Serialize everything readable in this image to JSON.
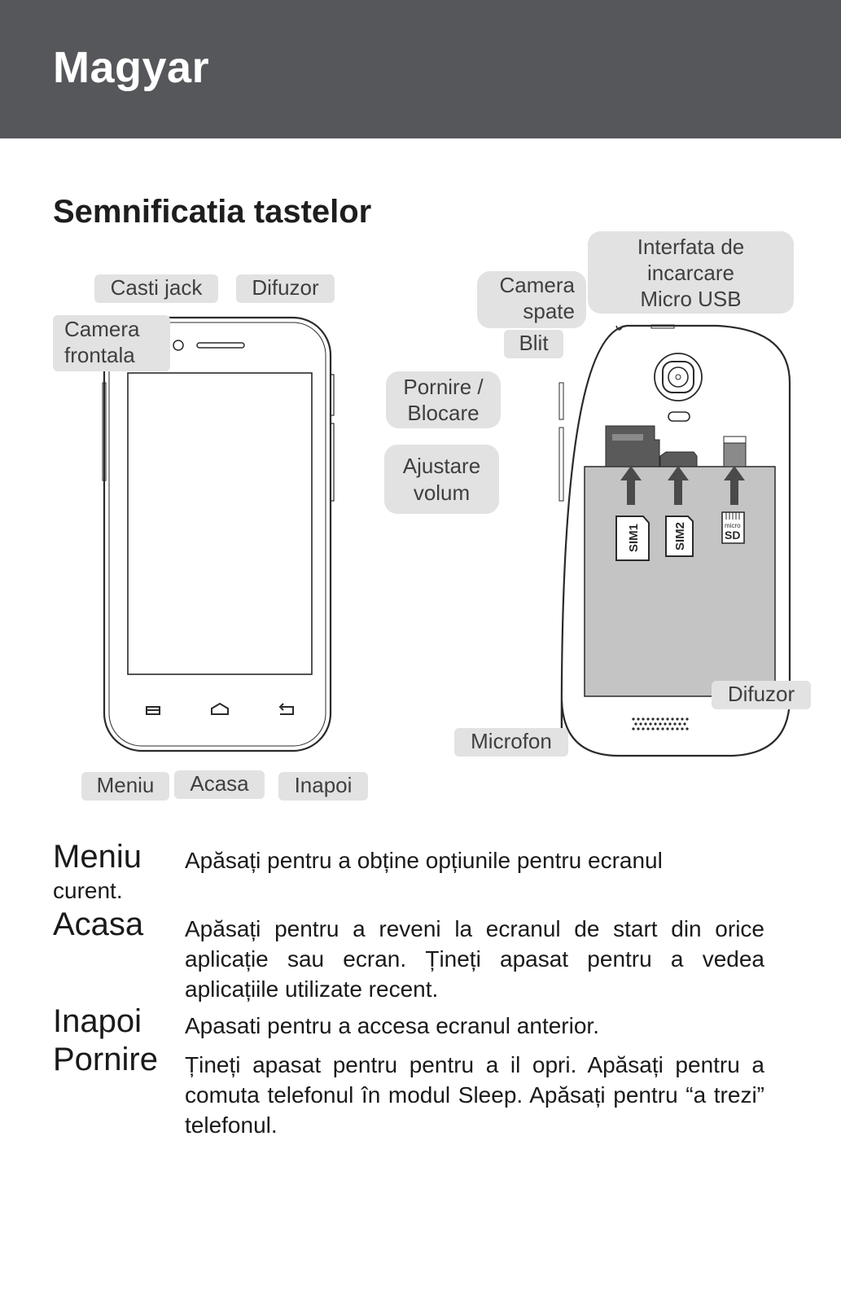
{
  "header": {
    "language": "Magyar"
  },
  "section": {
    "title": "Semnificatia tastelor"
  },
  "front_labels": {
    "jack": "Casti jack",
    "speaker": "Difuzor",
    "front_camera": "Camera\nfrontala",
    "menu": "Meniu",
    "home": "Acasa",
    "back": "Inapoi"
  },
  "back_labels": {
    "rear_camera": "Camera\nspate",
    "usb": "Interfata de\nincarcare\nMicro USB",
    "flash": "Blit",
    "power": "Pornire /\nBlocare",
    "volume": "Ajustare\nvolum",
    "speaker": "Difuzor",
    "microphone": "Microfon"
  },
  "slot_labels": {
    "sim1": "SIM1",
    "sim2": "SIM2",
    "micro": "micro",
    "sd": "SD"
  },
  "descriptions": [
    {
      "term": "Meniu",
      "text": "Apăsați pentru a obține opțiunile pentru ecranul",
      "cont": "curent."
    },
    {
      "term": "Acasa",
      "text": "Apăsați pentru a reveni la ecranul de start din orice aplicație sau ecran. Țineți apasat pentru a vedea aplicațiile utilizate recent."
    },
    {
      "term": "Inapoi",
      "text": "Apasati pentru a accesa ecranul anterior."
    },
    {
      "term": "Pornire",
      "text": "Țineți apasat pentru pentru a il opri. Apăsați pentru a comuta telefonul în modul Sleep. Apăsați pentru “a trezi” telefonul."
    }
  ],
  "colors": {
    "header_bg": "#56575a",
    "callout_bg": "#e2e2e2",
    "battery_area": "#c4c4c4"
  }
}
